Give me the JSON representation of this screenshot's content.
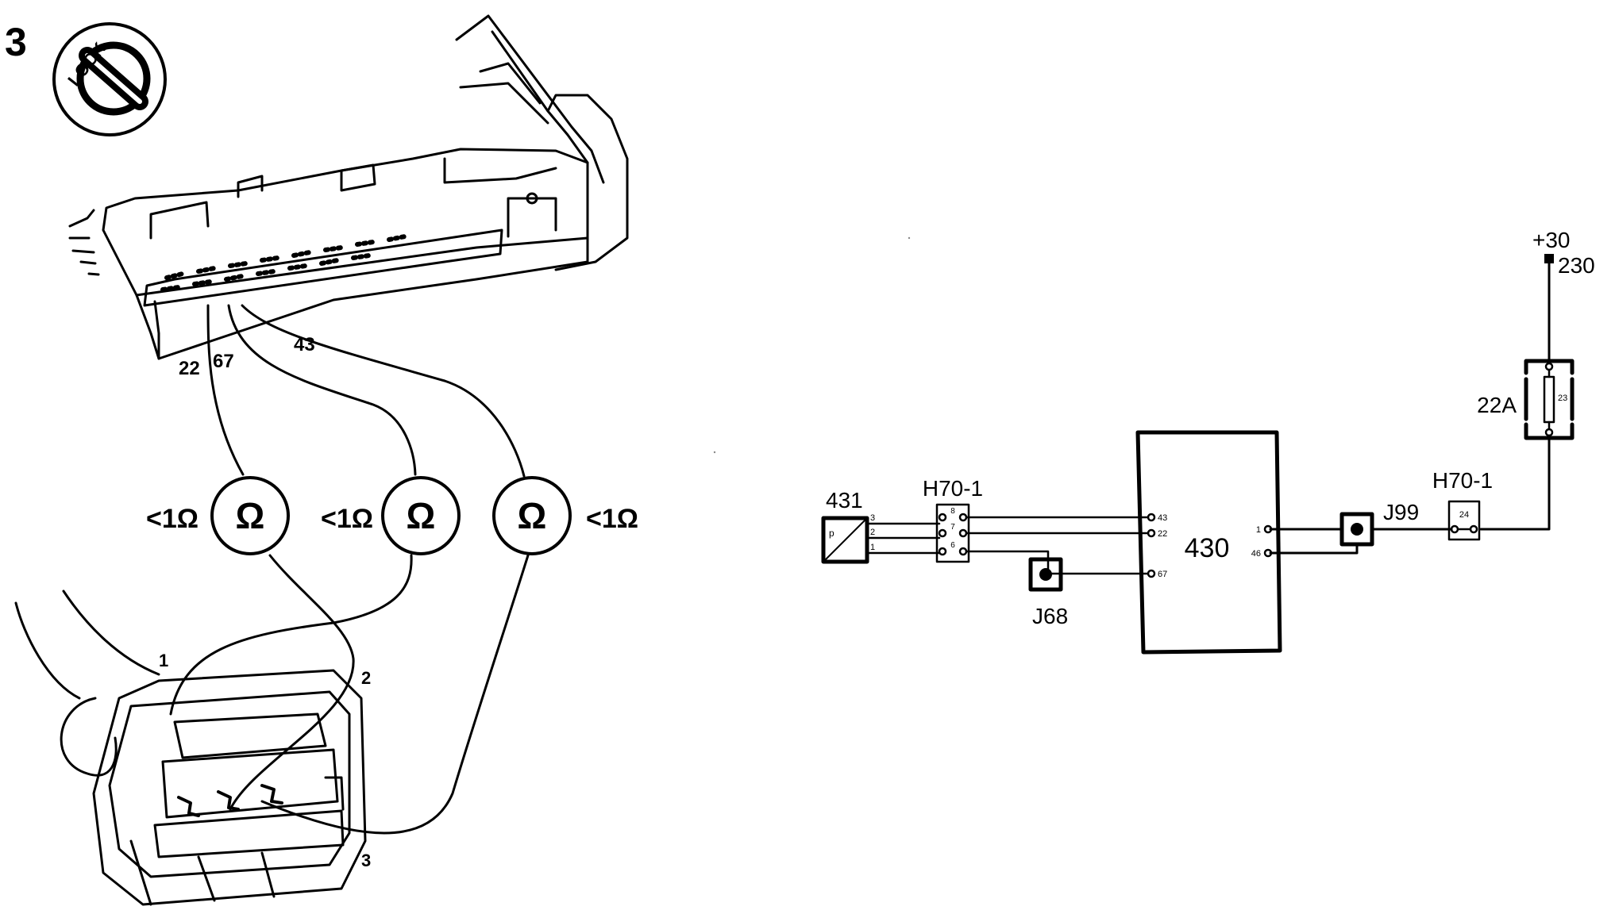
{
  "step_number": "3",
  "ignition_switch": {
    "label": "LOCK"
  },
  "ecu_connector": {
    "pins": [
      "22",
      "67",
      "43"
    ]
  },
  "meters": [
    {
      "symbol": "Ω",
      "reading": "<1Ω"
    },
    {
      "symbol": "Ω",
      "reading": "<1Ω"
    },
    {
      "symbol": "Ω",
      "reading": "<1Ω"
    }
  ],
  "sensor_connector": {
    "pins": [
      "1",
      "2",
      "3"
    ]
  },
  "schematic": {
    "supply": {
      "label": "+30",
      "wire": "230"
    },
    "fuse_box": {
      "label": "22A",
      "fuse": "23"
    },
    "sensor": {
      "label": "431",
      "glyph": "p",
      "pins": [
        "3",
        "2",
        "1"
      ]
    },
    "connector_left": {
      "label": "H70-1",
      "pins": [
        "8",
        "7",
        "6"
      ]
    },
    "connector_right": {
      "label": "H70-1",
      "pin": "24"
    },
    "ecu": {
      "label": "430",
      "pins": [
        "43",
        "22",
        "67",
        "1",
        "46"
      ]
    },
    "junction_j68": {
      "label": "J68"
    },
    "junction_j99": {
      "label": "J99"
    }
  }
}
